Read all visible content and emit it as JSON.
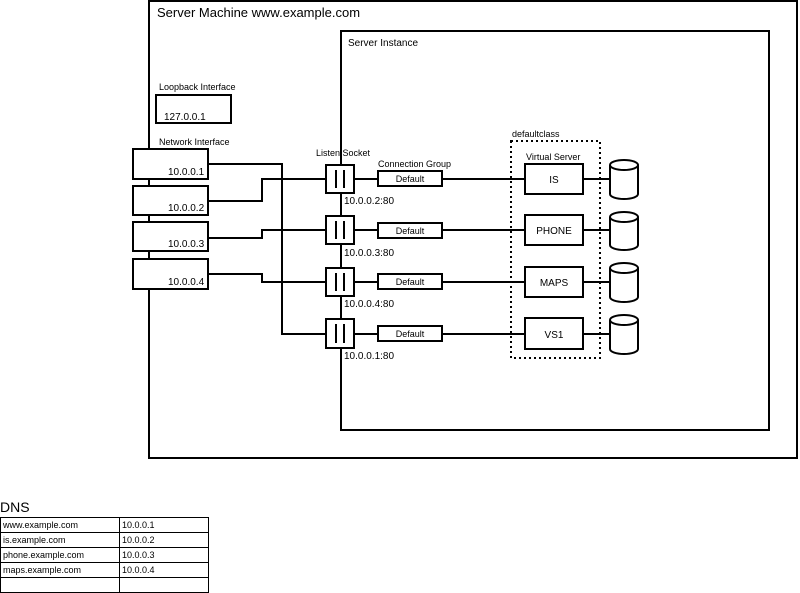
{
  "diagram": {
    "server_machine_label": "Server Machine www.example.com",
    "server_instance_label": "Server Instance",
    "loopback_label": "Loopback Interface",
    "loopback_ip": "127.0.0.1",
    "network_interface_label": "Network Interface",
    "listen_socket_label": "Listen Socket",
    "connection_group_label": "Connection Group",
    "defaultclass_label": "defaultclass",
    "virtual_server_label": "Virtual Server",
    "interfaces": [
      "10.0.0.1",
      "10.0.0.2",
      "10.0.0.3",
      "10.0.0.4"
    ],
    "sockets": [
      {
        "address": "10.0.0.2:80",
        "group": "Default",
        "server": "IS"
      },
      {
        "address": "10.0.0.3:80",
        "group": "Default",
        "server": "PHONE"
      },
      {
        "address": "10.0.0.4:80",
        "group": "Default",
        "server": "MAPS"
      },
      {
        "address": "10.0.0.1:80",
        "group": "Default",
        "server": "VS1"
      }
    ]
  },
  "dns": {
    "title": "DNS",
    "rows": [
      [
        "www.example.com",
        "10.0.0.1"
      ],
      [
        "is.example.com",
        "10.0.0.2"
      ],
      [
        "phone.example.com",
        "10.0.0.3"
      ],
      [
        "maps.example.com",
        "10.0.0.4"
      ],
      [
        "",
        ""
      ]
    ]
  }
}
